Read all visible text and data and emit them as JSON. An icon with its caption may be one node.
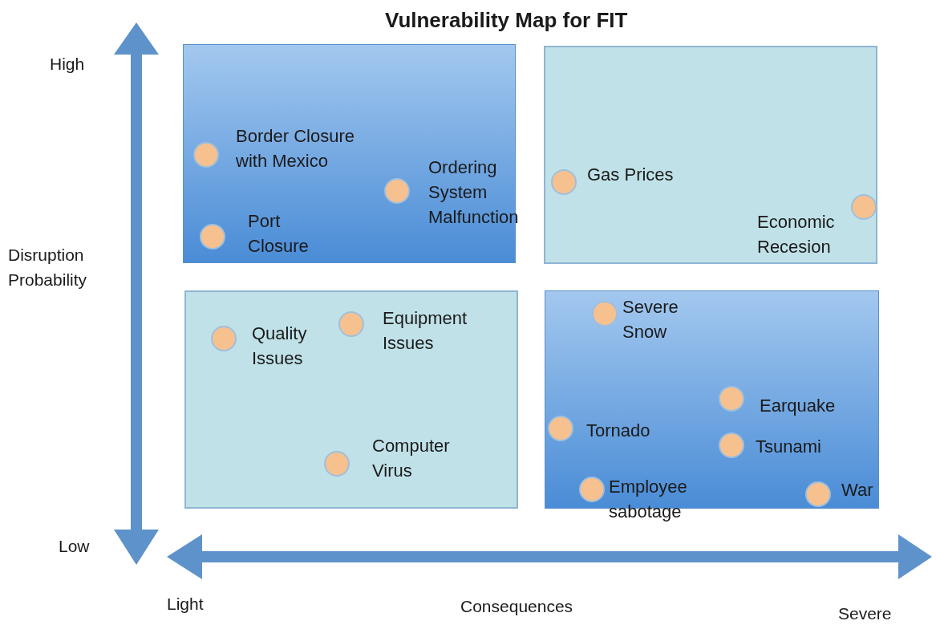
{
  "diagram": {
    "title": "Vulnerability Map for FIT",
    "nodes": [
      {
        "text": [],
        "shape": "box"
      },
      {
        "text": [],
        "shape": "circle",
        "in": 0,
        "beside": [
          "Border Closure with Mexico"
        ]
      },
      {
        "text": [],
        "shape": "circle",
        "in": 0,
        "beside": [
          "Ordering System Malfunction"
        ]
      },
      {
        "text": [],
        "shape": "circle",
        "in": 0,
        "beside": [
          "Port Closure"
        ]
      },
      {
        "text": [],
        "shape": "box"
      },
      {
        "text": [],
        "shape": "circle",
        "in": 4,
        "beside": [
          "Gas Prices"
        ]
      },
      {
        "text": [],
        "shape": "circle",
        "in": 4,
        "beside": [
          "Economic Recesion"
        ]
      },
      {
        "text": [],
        "shape": "box"
      },
      {
        "text": [],
        "shape": "circle",
        "in": 7,
        "beside": [
          "Quality Issues"
        ]
      },
      {
        "text": [],
        "shape": "circle",
        "in": 7,
        "beside": [
          "Equipment Issues"
        ]
      },
      {
        "text": [],
        "shape": "circle",
        "in": 7,
        "beside": [
          "Computer Virus"
        ]
      },
      {
        "text": [],
        "shape": "box"
      },
      {
        "text": [],
        "shape": "circle",
        "in": 11,
        "beside": [
          "Severe Snow"
        ]
      },
      {
        "text": [],
        "shape": "circle",
        "in": 11,
        "beside": [
          "Earquake"
        ]
      },
      {
        "text": [],
        "shape": "circle",
        "in": 11,
        "beside": [
          "Tornado"
        ]
      },
      {
        "text": [],
        "shape": "circle",
        "in": 11,
        "beside": [
          "Tsunami"
        ]
      },
      {
        "text": [],
        "shape": "circle",
        "in": 11,
        "beside": [
          "Employee sabotage"
        ]
      },
      {
        "text": [],
        "shape": "circle",
        "in": 11,
        "beside": [
          "War"
        ]
      }
    ],
    "labels": [
      "High",
      "Disruption Probability",
      "Low",
      "Light",
      "Consequences",
      "Severe"
    ]
  }
}
